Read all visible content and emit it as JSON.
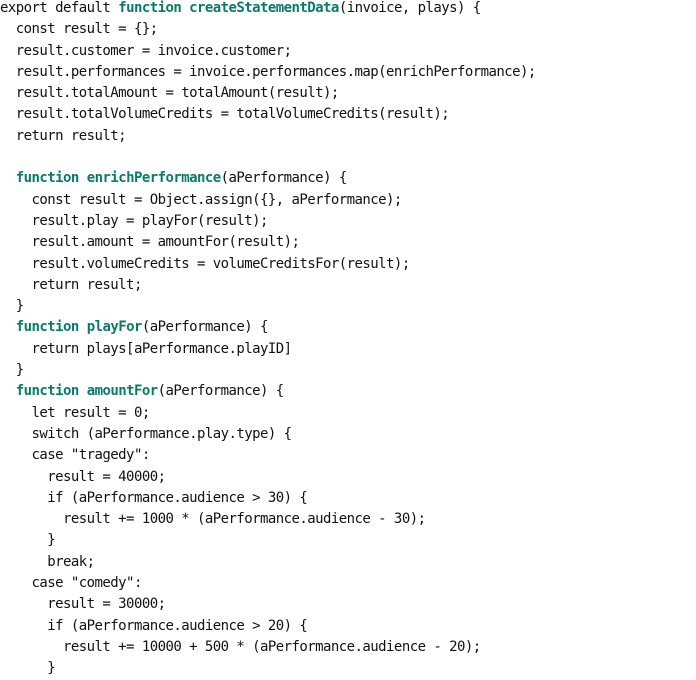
{
  "colors": {
    "keyword": "#0b7a6c",
    "text": "#111111",
    "background": "#ffffff"
  },
  "lines": [
    [
      {
        "t": "export default "
      },
      {
        "t": "function",
        "k": "kw"
      },
      {
        "t": " "
      },
      {
        "t": "createStatementData",
        "k": "fn"
      },
      {
        "t": "(invoice, plays) {"
      }
    ],
    [
      {
        "t": "  const result = {};"
      }
    ],
    [
      {
        "t": "  result.customer = invoice.customer;"
      }
    ],
    [
      {
        "t": "  result.performances = invoice.performances.map(enrichPerformance);"
      }
    ],
    [
      {
        "t": "  result.totalAmount = totalAmount(result);"
      }
    ],
    [
      {
        "t": "  result.totalVolumeCredits = totalVolumeCredits(result);"
      }
    ],
    [
      {
        "t": "  return result;"
      }
    ],
    [
      {
        "t": ""
      }
    ],
    [
      {
        "t": "  "
      },
      {
        "t": "function",
        "k": "kw"
      },
      {
        "t": " "
      },
      {
        "t": "enrichPerformance",
        "k": "fn"
      },
      {
        "t": "(aPerformance) {"
      }
    ],
    [
      {
        "t": "    const result = Object.assign({}, aPerformance);"
      }
    ],
    [
      {
        "t": "    result.play = playFor(result);"
      }
    ],
    [
      {
        "t": "    result.amount = amountFor(result);"
      }
    ],
    [
      {
        "t": "    result.volumeCredits = volumeCreditsFor(result);"
      }
    ],
    [
      {
        "t": "    return result;"
      }
    ],
    [
      {
        "t": "  }"
      }
    ],
    [
      {
        "t": "  "
      },
      {
        "t": "function",
        "k": "kw"
      },
      {
        "t": " "
      },
      {
        "t": "playFor",
        "k": "fn"
      },
      {
        "t": "(aPerformance) {"
      }
    ],
    [
      {
        "t": "    return plays[aPerformance.playID]"
      }
    ],
    [
      {
        "t": "  }"
      }
    ],
    [
      {
        "t": "  "
      },
      {
        "t": "function",
        "k": "kw"
      },
      {
        "t": " "
      },
      {
        "t": "amountFor",
        "k": "fn"
      },
      {
        "t": "(aPerformance) {"
      }
    ],
    [
      {
        "t": "    let result = 0;"
      }
    ],
    [
      {
        "t": "    switch (aPerformance.play.type) {"
      }
    ],
    [
      {
        "t": "    case \"tragedy\":"
      }
    ],
    [
      {
        "t": "      result = 40000;"
      }
    ],
    [
      {
        "t": "      if (aPerformance.audience > 30) {"
      }
    ],
    [
      {
        "t": "        result += 1000 * (aPerformance.audience - 30);"
      }
    ],
    [
      {
        "t": "      }"
      }
    ],
    [
      {
        "t": "      break;"
      }
    ],
    [
      {
        "t": "    case \"comedy\":"
      }
    ],
    [
      {
        "t": "      result = 30000;"
      }
    ],
    [
      {
        "t": "      if (aPerformance.audience > 20) {"
      }
    ],
    [
      {
        "t": "        result += 10000 + 500 * (aPerformance.audience - 20);"
      }
    ],
    [
      {
        "t": "      }"
      }
    ]
  ]
}
